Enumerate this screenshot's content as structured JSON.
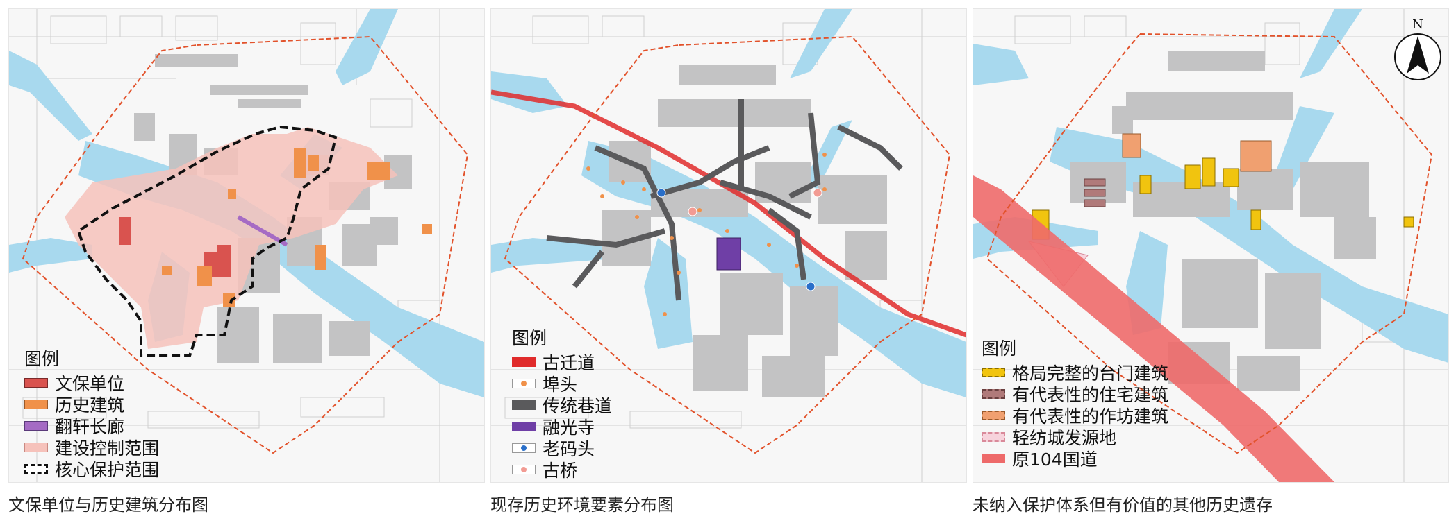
{
  "panels": [
    {
      "caption": "文保单位与历史建筑分布图",
      "legend_title": "图例",
      "legend": [
        {
          "label": "文保单位",
          "color": "#d9534f",
          "style": "fill"
        },
        {
          "label": "历史建筑",
          "color": "#f0914a",
          "style": "fill"
        },
        {
          "label": "翻轩长廊",
          "color": "#a56bc4",
          "style": "fill"
        },
        {
          "label": "建设控制范围",
          "color": "#f6c2bb",
          "style": "fill"
        },
        {
          "label": "核心保护范围",
          "color": "#111111",
          "style": "dashed"
        }
      ]
    },
    {
      "caption": "现存历史环境要素分布图",
      "legend_title": "图例",
      "legend": [
        {
          "label": "古迁道",
          "color": "#e02b2b",
          "style": "fill"
        },
        {
          "label": "埠头",
          "color": "#f0914a",
          "style": "dot"
        },
        {
          "label": "传统巷道",
          "color": "#5a5a5c",
          "style": "fill"
        },
        {
          "label": "融光寺",
          "color": "#6f3fa6",
          "style": "fill"
        },
        {
          "label": "老码头",
          "color": "#2a6fc9",
          "style": "dot"
        },
        {
          "label": "古桥",
          "color": "#f29b93",
          "style": "dot"
        }
      ]
    },
    {
      "caption": "未纳入保护体系但有价值的其他历史遗存",
      "legend_title": "图例",
      "legend": [
        {
          "label": "格局完整的台门建筑",
          "color": "#f1c40f",
          "style": "hatch"
        },
        {
          "label": "有代表性的住宅建筑",
          "color": "#b07a7a",
          "style": "hatch"
        },
        {
          "label": "有代表性的作坊建筑",
          "color": "#f0a070",
          "style": "hatch"
        },
        {
          "label": "轻纺城发源地",
          "color": "#f7d3dc",
          "style": "hatch"
        },
        {
          "label": "原104国道",
          "color": "#ee6a6a",
          "style": "fill"
        }
      ],
      "north_label": "N"
    }
  ],
  "colors": {
    "water": "#a8d9ee",
    "building": "#c3c3c4",
    "boundary": "#e2522b",
    "outline": "#bdbdbd"
  }
}
